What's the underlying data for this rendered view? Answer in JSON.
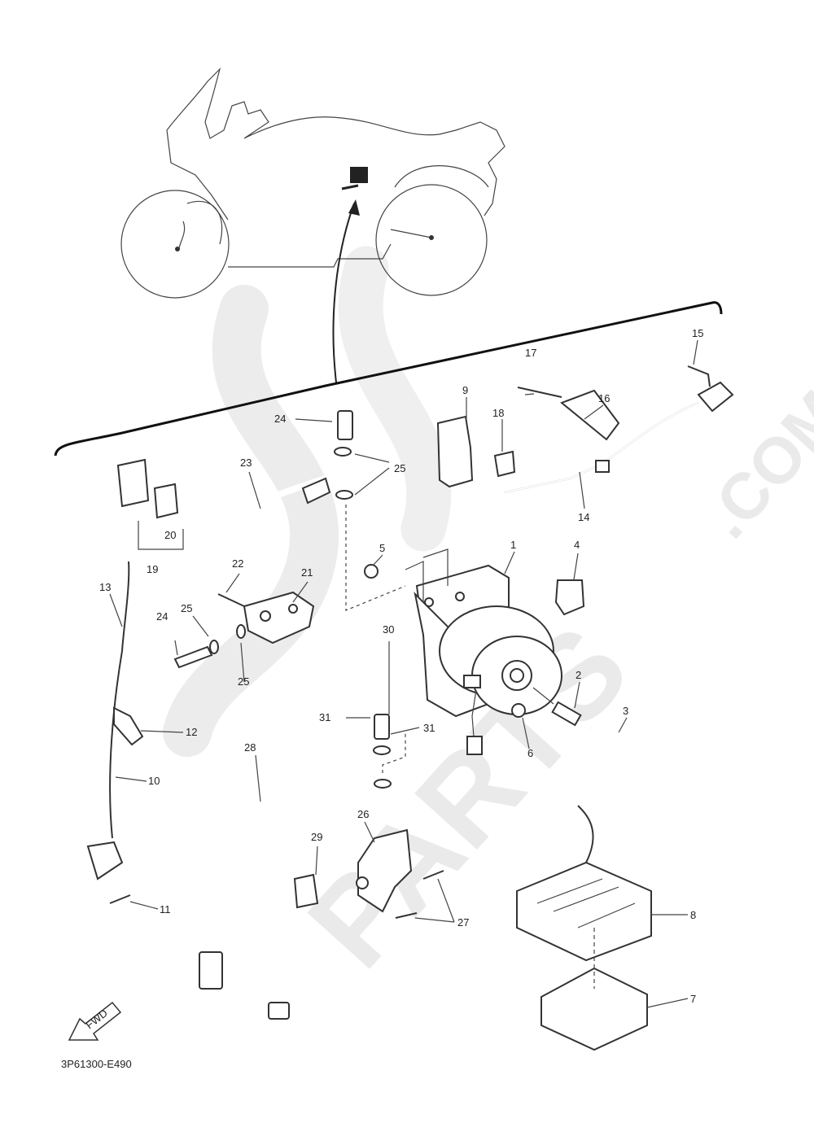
{
  "diagram": {
    "code": "3P61300-E490",
    "fwd_label": "FWD",
    "watermark": {
      "brand": "PARTS",
      "suffix": ".COM"
    },
    "callouts": [
      {
        "id": "c1",
        "text": "1"
      },
      {
        "id": "c2",
        "text": "2"
      },
      {
        "id": "c3",
        "text": "3"
      },
      {
        "id": "c4",
        "text": "4"
      },
      {
        "id": "c5",
        "text": "5"
      },
      {
        "id": "c6",
        "text": "6"
      },
      {
        "id": "c7",
        "text": "7"
      },
      {
        "id": "c8",
        "text": "8"
      },
      {
        "id": "c9",
        "text": "9"
      },
      {
        "id": "c10",
        "text": "10"
      },
      {
        "id": "c11",
        "text": "11"
      },
      {
        "id": "c12",
        "text": "12"
      },
      {
        "id": "c13",
        "text": "13"
      },
      {
        "id": "c14",
        "text": "14"
      },
      {
        "id": "c15",
        "text": "15"
      },
      {
        "id": "c16",
        "text": "16"
      },
      {
        "id": "c17",
        "text": "17"
      },
      {
        "id": "c18",
        "text": "18"
      },
      {
        "id": "c19",
        "text": "19"
      },
      {
        "id": "c20",
        "text": "20"
      },
      {
        "id": "c21",
        "text": "21"
      },
      {
        "id": "c22",
        "text": "22"
      },
      {
        "id": "c23",
        "text": "23"
      },
      {
        "id": "c24a",
        "text": "24"
      },
      {
        "id": "c24b",
        "text": "24"
      },
      {
        "id": "c25a",
        "text": "25"
      },
      {
        "id": "c25b",
        "text": "25"
      },
      {
        "id": "c25c",
        "text": "25"
      },
      {
        "id": "c26",
        "text": "26"
      },
      {
        "id": "c27",
        "text": "27"
      },
      {
        "id": "c28",
        "text": "28"
      },
      {
        "id": "c29",
        "text": "29"
      },
      {
        "id": "c30",
        "text": "30"
      },
      {
        "id": "c31a",
        "text": "31"
      },
      {
        "id": "c31b",
        "text": "31"
      }
    ]
  }
}
